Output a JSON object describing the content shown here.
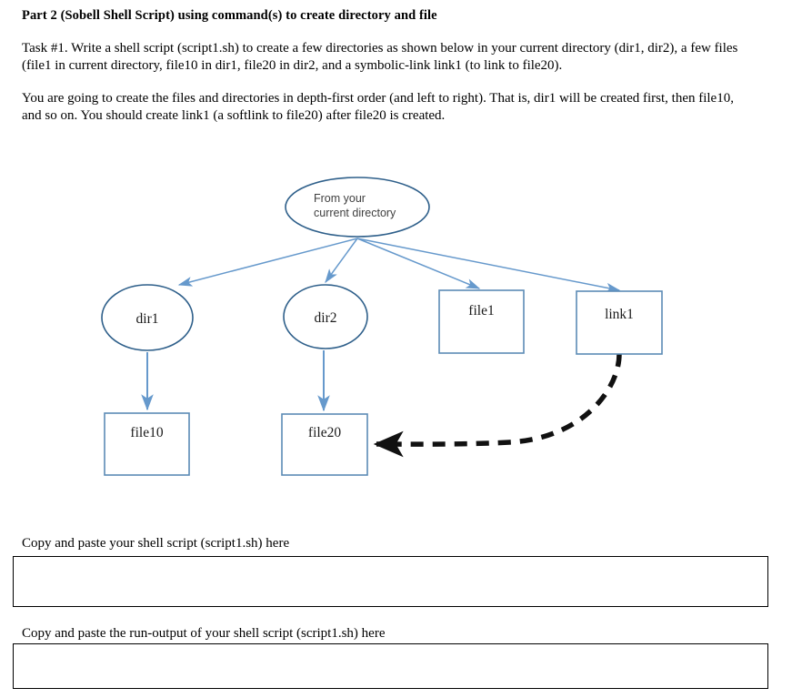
{
  "document": {
    "heading": "Part 2 (Sobell Shell Script) using command(s) to create directory and file",
    "paragraphs": [
      "Task #1. Write a shell script (script1.sh) to create a few directories as shown below in your current directory (dir1, dir2), a few files (file1 in current directory, file10 in dir1, file20 in dir2, and a symbolic-link link1 (to link to file20).",
      "You are going to create the files and directories in depth-first order (and left to right). That is, dir1 will be created first, then file10, and so on. You should create link1 (a softlink to file20) after file20 is created."
    ]
  },
  "diagram": {
    "root_node": {
      "label_line1": "From your",
      "label_line2": "current directory",
      "shape": "ellipse"
    },
    "nodes": [
      {
        "id": "dir1",
        "label": "dir1",
        "shape": "ellipse"
      },
      {
        "id": "dir2",
        "label": "dir2",
        "shape": "ellipse"
      },
      {
        "id": "file1",
        "label": "file1",
        "shape": "rectangle"
      },
      {
        "id": "link1",
        "label": "link1",
        "shape": "rectangle"
      },
      {
        "id": "file10",
        "label": "file10",
        "shape": "rectangle"
      },
      {
        "id": "file20",
        "label": "file20",
        "shape": "rectangle"
      }
    ],
    "edges": [
      {
        "from": "root",
        "to": "dir1",
        "style": "solid-arrow"
      },
      {
        "from": "root",
        "to": "dir2",
        "style": "solid-arrow"
      },
      {
        "from": "root",
        "to": "file1",
        "style": "solid-arrow"
      },
      {
        "from": "root",
        "to": "link1",
        "style": "solid-arrow"
      },
      {
        "from": "dir1",
        "to": "file10",
        "style": "solid-arrow"
      },
      {
        "from": "dir2",
        "to": "file20",
        "style": "solid-arrow"
      },
      {
        "from": "link1",
        "to": "file20",
        "style": "dashed-curved-arrow"
      }
    ],
    "colors": {
      "ellipse_border": "#2e5f8a",
      "rect_border": "#5b8bb5",
      "arrow": "#6699cc",
      "dashed_link_arrow": "#000000",
      "root_label_text": "#3f3f3f",
      "node_label_text": "#1a1a1a"
    }
  },
  "answers": {
    "script_label": "Copy and paste your shell script (script1.sh) here",
    "script_value": "",
    "output_label": "Copy and paste the run-output of your shell script (script1.sh) here",
    "output_value": ""
  }
}
